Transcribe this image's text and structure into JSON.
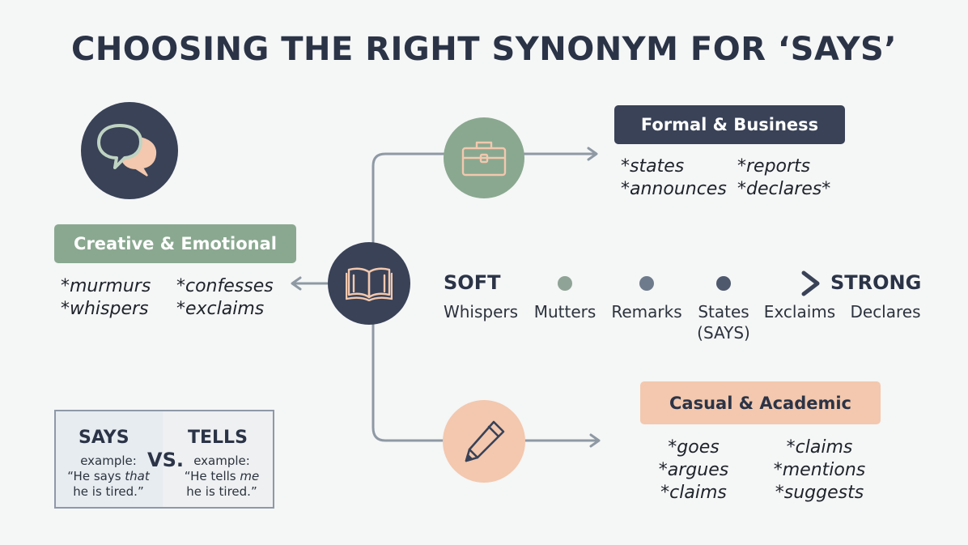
{
  "title": "CHOOSING THE RIGHT SYNONYM FOR ‘SAYS’",
  "colors": {
    "navy": "#394257",
    "sage": "#8aa890",
    "peach": "#f3c8ae",
    "connector": "#8e99a4",
    "background": "#f5f6f6"
  },
  "center_node": {
    "icon": "open-book-icon"
  },
  "speech_node": {
    "icon": "speech-bubbles-icon"
  },
  "creative": {
    "label": "Creative & Emotional",
    "col1": [
      "*murmurs",
      "*whispers"
    ],
    "col2": [
      "*confesses",
      "*exclaims"
    ]
  },
  "formal": {
    "icon": "briefcase-icon",
    "label": "Formal & Business",
    "col1": [
      "*states",
      "*announces"
    ],
    "col2": [
      "*reports",
      "*declares*"
    ]
  },
  "casual": {
    "icon": "pencil-icon",
    "label": "Casual & Academic",
    "col1": [
      "*goes",
      "*argues",
      "*claims"
    ],
    "col2": [
      "*claims",
      "*mentions",
      "*suggests"
    ]
  },
  "scale": {
    "start": "SOFT",
    "end": "STRONG",
    "labels": [
      "Whispers",
      "Mutters",
      "Remarks",
      "States",
      "Exclaims",
      "Declares"
    ],
    "states_note": "(SAYS)"
  },
  "comparison": {
    "left_title": "SAYS",
    "right_title": "TELLS",
    "middle": "VS.",
    "left_example_label": "example:",
    "right_example_label": "example:",
    "left_line1_pre": "“He says ",
    "left_line1_em": "that",
    "left_line2": "he is tired.”",
    "right_line1_pre": "“He tells ",
    "right_line1_em": "me",
    "right_line2": "he is tired.”"
  }
}
